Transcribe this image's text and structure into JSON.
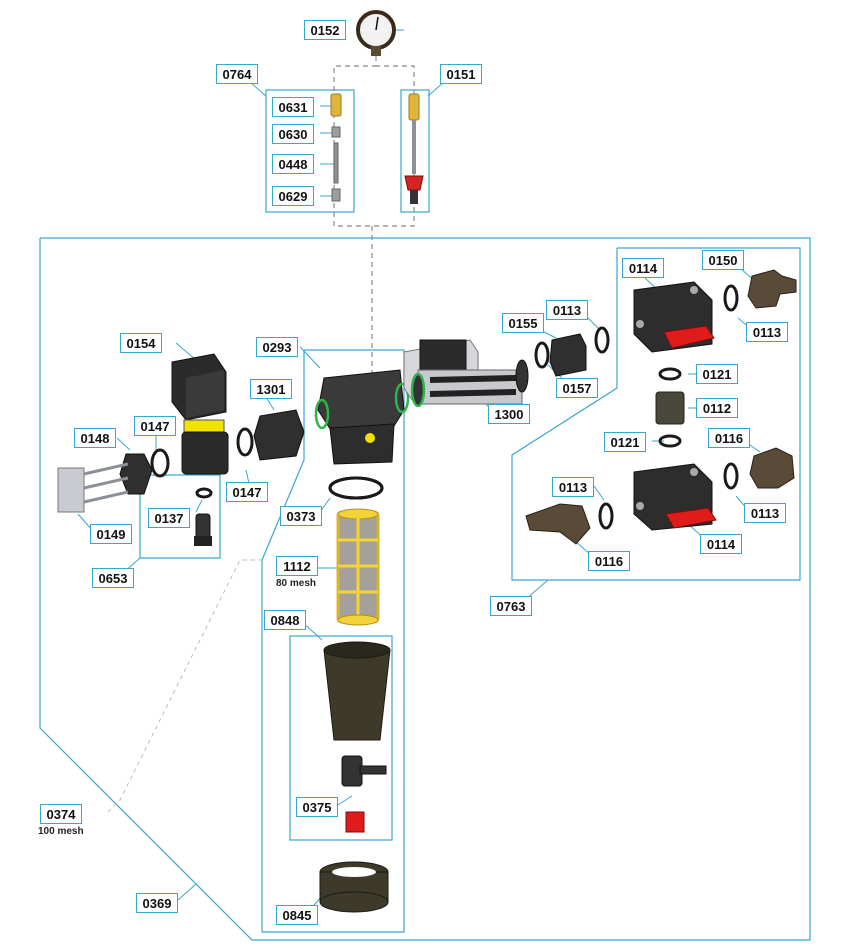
{
  "colors": {
    "frame": "#3aa6cf",
    "part_dark": "#2b2b2b",
    "part_brass": "#e0b53a",
    "accent_yellow": "#f2e200",
    "accent_green": "#2fb34a",
    "valve_red": "#e01b1b",
    "strainer_yellow": "#f3d23a",
    "bowl_brown": "#3d3a2a"
  },
  "parts": {
    "p0152": "0152",
    "p0764": "0764",
    "p0631": "0631",
    "p0630": "0630",
    "p0448": "0448",
    "p0629": "0629",
    "p0151": "0151",
    "p0114a": "0114",
    "p0150": "0150",
    "p0113a": "0113",
    "p0113b": "0113",
    "p0155": "0155",
    "p0157": "0157",
    "p0121a": "0121",
    "p0112": "0112",
    "p0121b": "0121",
    "p0116a": "0116",
    "p0113c": "0113",
    "p0113d": "0113",
    "p0116b": "0116",
    "p0114b": "0114",
    "p0763": "0763",
    "p0154": "0154",
    "p0293": "0293",
    "p1301": "1301",
    "p1300": "1300",
    "p0148": "0148",
    "p0147a": "0147",
    "p0147b": "0147",
    "p0137": "0137",
    "p0149": "0149",
    "p0653": "0653",
    "p0373": "0373",
    "p1112": "1112",
    "p0848": "0848",
    "p0375": "0375",
    "p0374": "0374",
    "p0369": "0369",
    "p0845": "0845"
  },
  "notes": {
    "mesh_80": "80 mesh",
    "mesh_100": "100 mesh"
  }
}
